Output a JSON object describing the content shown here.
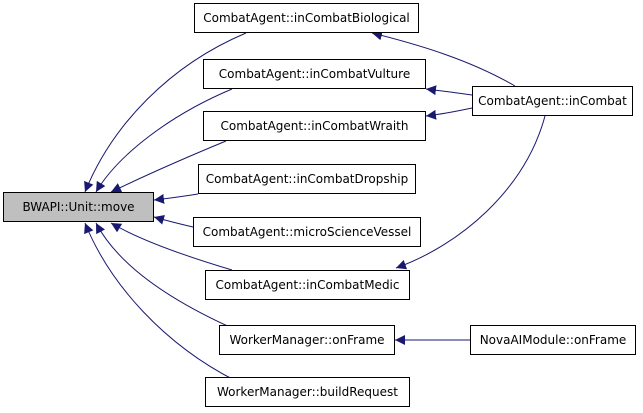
{
  "colors": {
    "edge": "#191970",
    "root_fill": "#bfbfbf",
    "node_fill": "#ffffff",
    "border": "#000000"
  },
  "nodes": {
    "move": "BWAPI::Unit::move",
    "bio": "CombatAgent::inCombatBiological",
    "vulture": "CombatAgent::inCombatVulture",
    "wraith": "CombatAgent::inCombatWraith",
    "dropship": "CombatAgent::inCombatDropship",
    "science": "CombatAgent::microScienceVessel",
    "medic": "CombatAgent::inCombatMedic",
    "wm_frame": "WorkerManager::onFrame",
    "wm_build": "WorkerManager::buildRequest",
    "incombat": "CombatAgent::inCombat",
    "nova": "NovaAIModule::onFrame"
  },
  "edges": [
    [
      "bio",
      "move"
    ],
    [
      "vulture",
      "move"
    ],
    [
      "wraith",
      "move"
    ],
    [
      "dropship",
      "move"
    ],
    [
      "science",
      "move"
    ],
    [
      "medic",
      "move"
    ],
    [
      "wm_frame",
      "move"
    ],
    [
      "wm_build",
      "move"
    ],
    [
      "incombat",
      "bio"
    ],
    [
      "incombat",
      "vulture"
    ],
    [
      "incombat",
      "wraith"
    ],
    [
      "incombat",
      "medic"
    ],
    [
      "nova",
      "wm_frame"
    ]
  ]
}
